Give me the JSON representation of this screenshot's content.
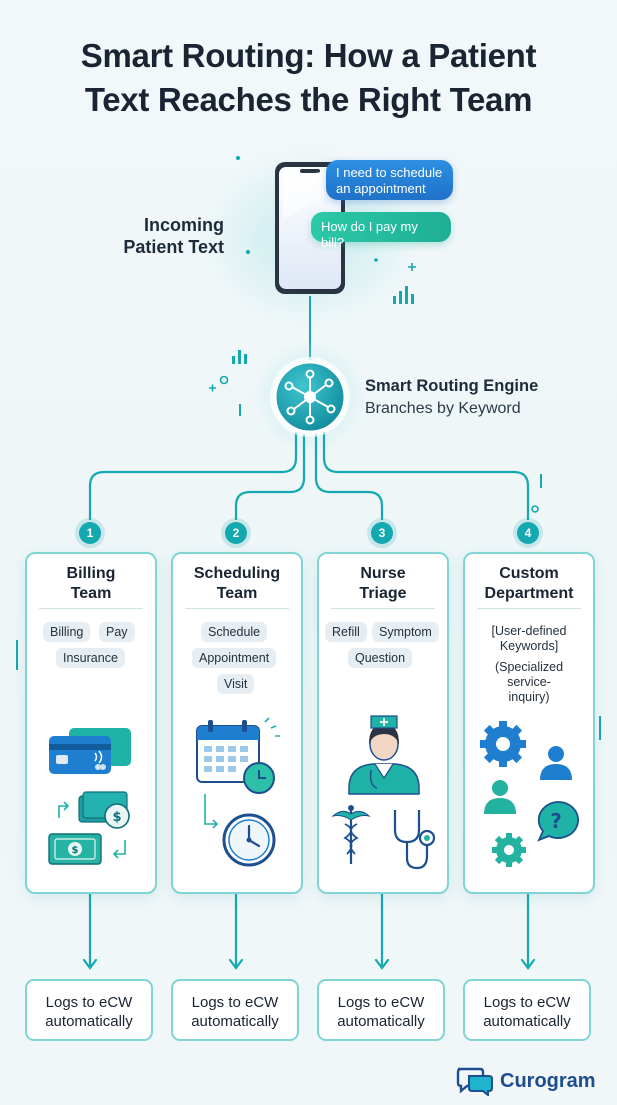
{
  "title_line1": "Smart Routing: How a Patient",
  "title_line2": "Text Reaches the Right Team",
  "incoming": {
    "line1": "Incoming",
    "line2": "Patient Text"
  },
  "messages": [
    {
      "line1": "I need to schedule",
      "line2": "an appointment"
    },
    {
      "line1": "How do I pay my bill?"
    }
  ],
  "engine": {
    "title": "Smart Routing Engine",
    "subtitle": "Branches by Keyword"
  },
  "teams": [
    {
      "number": "1",
      "title_line1": "Billing",
      "title_line2": "Team",
      "keywords": [
        "Billing",
        "Pay",
        "Insurance"
      ],
      "log_line1": "Logs to eCW",
      "log_line2": "automatically"
    },
    {
      "number": "2",
      "title_line1": "Scheduling",
      "title_line2": "Team",
      "keywords": [
        "Schedule",
        "Appointment",
        "Visit"
      ],
      "log_line1": "Logs to eCW",
      "log_line2": "automatically"
    },
    {
      "number": "3",
      "title_line1": "Nurse",
      "title_line2": "Triage",
      "keywords": [
        "Refill",
        "Symptom",
        "Question"
      ],
      "log_line1": "Logs to eCW",
      "log_line2": "automatically"
    },
    {
      "number": "4",
      "title_line1": "Custom",
      "title_line2": "Department",
      "keywords": [
        "[User-defined",
        "Keywords]"
      ],
      "note": [
        "(Specialized",
        "service-",
        "inquiry)"
      ],
      "log_line1": "Logs to eCW",
      "log_line2": "automatically"
    }
  ],
  "brand": "Curogram",
  "colors": {
    "teal": "#14a9b0",
    "card_border": "#7fd4d4",
    "bubble_blue": "#1f72c8",
    "bubble_green": "#1eae96",
    "brand_blue": "#1d4e8f"
  },
  "icons": [
    "phone-icon",
    "routing-network-icon",
    "credit-card-icon",
    "cash-icon",
    "calendar-icon",
    "clock-icon",
    "nurse-icon",
    "caduceus-icon",
    "stethoscope-icon",
    "gear-icon",
    "user-icon",
    "question-bubble-icon",
    "chat-logo-icon"
  ]
}
